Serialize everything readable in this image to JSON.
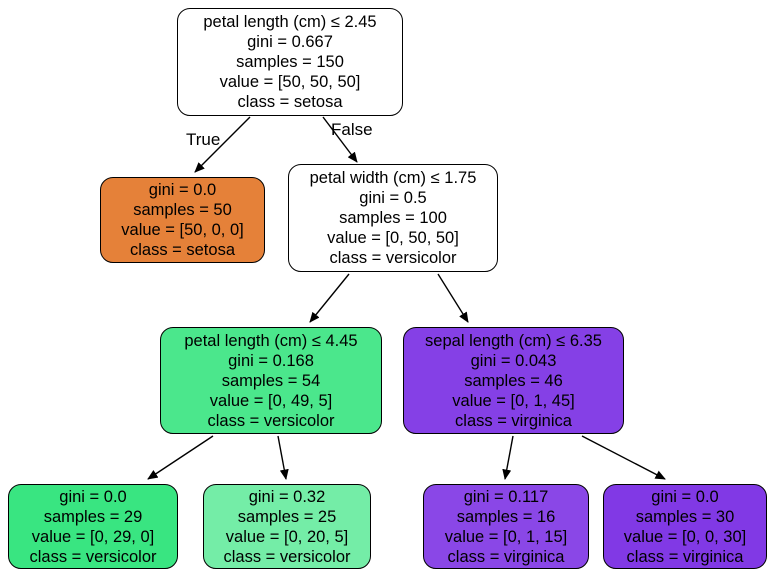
{
  "diagram": {
    "type": "decision-tree",
    "background": "#ffffff",
    "colors": {
      "setosa_orange": "#e58139",
      "versicolor_green_pure": "#39e581",
      "versicolor_green_internal": "#4be78c",
      "versicolor_green_light": "#74eda7",
      "virginica_purple_pure": "#8139e5",
      "virginica_purple_internal": "#8540e6",
      "virginica_purple_light": "#8a47e7",
      "node_border": "#000000",
      "edge_stroke": "#000000",
      "text": "#000000",
      "white_node": "#ffffff"
    },
    "edge_labels": {
      "true": "True",
      "false": "False"
    },
    "nodes": [
      {
        "id": "root",
        "condition": "petal length (cm) ≤ 2.45",
        "gini": "gini = 0.667",
        "samples": "samples = 150",
        "value": "value = [50, 50, 50]",
        "class": "class = setosa",
        "fill": "#ffffff"
      },
      {
        "id": "leaf-setosa",
        "gini": "gini = 0.0",
        "samples": "samples = 50",
        "value": "value = [50, 0, 0]",
        "class": "class = setosa",
        "fill": "#e58139"
      },
      {
        "id": "petal-width-split",
        "condition": "petal width (cm) ≤ 1.75",
        "gini": "gini = 0.5",
        "samples": "samples = 100",
        "value": "value = [0, 50, 50]",
        "class": "class = versicolor",
        "fill": "#ffffff"
      },
      {
        "id": "petal-length-split-2",
        "condition": "petal length (cm) ≤ 4.45",
        "gini": "gini = 0.168",
        "samples": "samples = 54",
        "value": "value = [0, 49, 5]",
        "class": "class = versicolor",
        "fill": "#4be78c"
      },
      {
        "id": "sepal-length-split",
        "condition": "sepal length (cm) ≤ 6.35",
        "gini": "gini = 0.043",
        "samples": "samples = 46",
        "value": "value = [0, 1, 45]",
        "class": "class = virginica",
        "fill": "#8540e6"
      },
      {
        "id": "leaf-versicolor-pure",
        "gini": "gini = 0.0",
        "samples": "samples = 29",
        "value": "value = [0, 29, 0]",
        "class": "class = versicolor",
        "fill": "#39e581"
      },
      {
        "id": "leaf-versicolor-mixed",
        "gini": "gini = 0.32",
        "samples": "samples = 25",
        "value": "value = [0, 20, 5]",
        "class": "class = versicolor",
        "fill": "#74eda7"
      },
      {
        "id": "leaf-virginica-mixed",
        "gini": "gini = 0.117",
        "samples": "samples = 16",
        "value": "value = [0, 1, 15]",
        "class": "class = virginica",
        "fill": "#8a47e7"
      },
      {
        "id": "leaf-virginica-pure",
        "gini": "gini = 0.0",
        "samples": "samples = 30",
        "value": "value = [0, 0, 30]",
        "class": "class = virginica",
        "fill": "#8139e5"
      }
    ],
    "edges": [
      {
        "from": "root",
        "to": "leaf-setosa",
        "label": "True"
      },
      {
        "from": "root",
        "to": "petal-width-split",
        "label": "False"
      },
      {
        "from": "petal-width-split",
        "to": "petal-length-split-2",
        "label": ""
      },
      {
        "from": "petal-width-split",
        "to": "sepal-length-split",
        "label": ""
      },
      {
        "from": "petal-length-split-2",
        "to": "leaf-versicolor-pure",
        "label": ""
      },
      {
        "from": "petal-length-split-2",
        "to": "leaf-versicolor-mixed",
        "label": ""
      },
      {
        "from": "sepal-length-split",
        "to": "leaf-virginica-mixed",
        "label": ""
      },
      {
        "from": "sepal-length-split",
        "to": "leaf-virginica-pure",
        "label": ""
      }
    ]
  }
}
